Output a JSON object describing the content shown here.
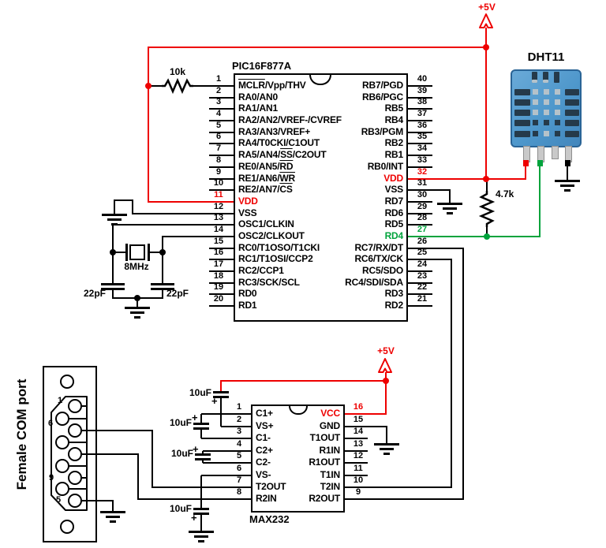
{
  "colors": {
    "black": "#000000",
    "red": "#ee0000",
    "green": "#00a33c",
    "dht_body": "#4e97cb",
    "dht_border": "#2a6496",
    "dht_slot": "#253a4a",
    "dht_slot_light": "#b5c2ca",
    "leg_gray": "#c9c9c9"
  },
  "power": {
    "top_rail": "+5V",
    "max_rail": "+5V"
  },
  "pic": {
    "title": "PIC16F877A",
    "left_pins": [
      {
        "n": "1",
        "name": "~MCLR~/Vpp/THV"
      },
      {
        "n": "2",
        "name": "RA0/AN0"
      },
      {
        "n": "3",
        "name": "RA1/AN1"
      },
      {
        "n": "4",
        "name": "RA2/AN2/VREF-/CVREF"
      },
      {
        "n": "5",
        "name": "RA3/AN3/VREF+"
      },
      {
        "n": "6",
        "name": "RA4/T0CKI/C1OUT"
      },
      {
        "n": "7",
        "name": "RA5/AN4/~SS~/C2OUT"
      },
      {
        "n": "8",
        "name": "RE0/AN5/~RD~"
      },
      {
        "n": "9",
        "name": "RE1/AN6/~WR~"
      },
      {
        "n": "10",
        "name": "RE2/AN7/~CS~"
      },
      {
        "n": "11",
        "name": "VDD",
        "color": "red"
      },
      {
        "n": "12",
        "name": "VSS"
      },
      {
        "n": "13",
        "name": "OSC1/CLKIN"
      },
      {
        "n": "14",
        "name": "OSC2/CLKOUT"
      },
      {
        "n": "15",
        "name": "RC0/T1OSO/T1CKI"
      },
      {
        "n": "16",
        "name": "RC1/T1OSI/CCP2"
      },
      {
        "n": "17",
        "name": "RC2/CCP1"
      },
      {
        "n": "18",
        "name": "RC3/SCK/SCL"
      },
      {
        "n": "19",
        "name": "RD0"
      },
      {
        "n": "20",
        "name": "RD1"
      }
    ],
    "right_pins": [
      {
        "n": "40",
        "name": "RB7/PGD"
      },
      {
        "n": "39",
        "name": "RB6/PGC"
      },
      {
        "n": "38",
        "name": "RB5"
      },
      {
        "n": "37",
        "name": "RB4"
      },
      {
        "n": "36",
        "name": "RB3/PGM"
      },
      {
        "n": "35",
        "name": "RB2"
      },
      {
        "n": "34",
        "name": "RB1"
      },
      {
        "n": "33",
        "name": "RB0/INT"
      },
      {
        "n": "32",
        "name": "VDD",
        "color": "red"
      },
      {
        "n": "31",
        "name": "VSS"
      },
      {
        "n": "30",
        "name": "RD7"
      },
      {
        "n": "29",
        "name": "RD6"
      },
      {
        "n": "28",
        "name": "RD5"
      },
      {
        "n": "27",
        "name": "RD4",
        "color": "green"
      },
      {
        "n": "26",
        "name": "RC7/RX/DT"
      },
      {
        "n": "25",
        "name": "RC6/TX/CK"
      },
      {
        "n": "24",
        "name": "RC5/SDO"
      },
      {
        "n": "23",
        "name": "RC4/SDI/SDA"
      },
      {
        "n": "22",
        "name": "RD3"
      },
      {
        "n": "21",
        "name": "RD2"
      }
    ]
  },
  "max232": {
    "title": "MAX232",
    "left_pins": [
      {
        "n": "1",
        "name": "C1+"
      },
      {
        "n": "2",
        "name": "VS+"
      },
      {
        "n": "3",
        "name": "C1-"
      },
      {
        "n": "4",
        "name": "C2+"
      },
      {
        "n": "5",
        "name": "C2-"
      },
      {
        "n": "6",
        "name": "VS-"
      },
      {
        "n": "7",
        "name": "T2OUT"
      },
      {
        "n": "8",
        "name": "R2IN"
      }
    ],
    "right_pins": [
      {
        "n": "16",
        "name": "VCC",
        "color": "red"
      },
      {
        "n": "15",
        "name": "GND"
      },
      {
        "n": "14",
        "name": "T1OUT"
      },
      {
        "n": "13",
        "name": "R1IN"
      },
      {
        "n": "12",
        "name": "R1OUT"
      },
      {
        "n": "11",
        "name": "T1IN"
      },
      {
        "n": "10",
        "name": "T2IN"
      },
      {
        "n": "9",
        "name": "R2OUT"
      }
    ]
  },
  "dht11": {
    "title": "DHT11"
  },
  "com_port": {
    "title": "Female COM port",
    "pin_labels": {
      "p1": "1",
      "p6": "6",
      "p9": "9",
      "p5": "5"
    }
  },
  "components": {
    "r_mclr": "10k",
    "r_data": "4.7k",
    "crystal": "8MHz",
    "cap_osc_left": "22pF",
    "cap_osc_right": "22pF",
    "cap_vsplus": "10uF",
    "cap_c1": "10uF",
    "cap_c2": "10uF",
    "cap_vsminus": "10uF",
    "polarity": "+"
  }
}
